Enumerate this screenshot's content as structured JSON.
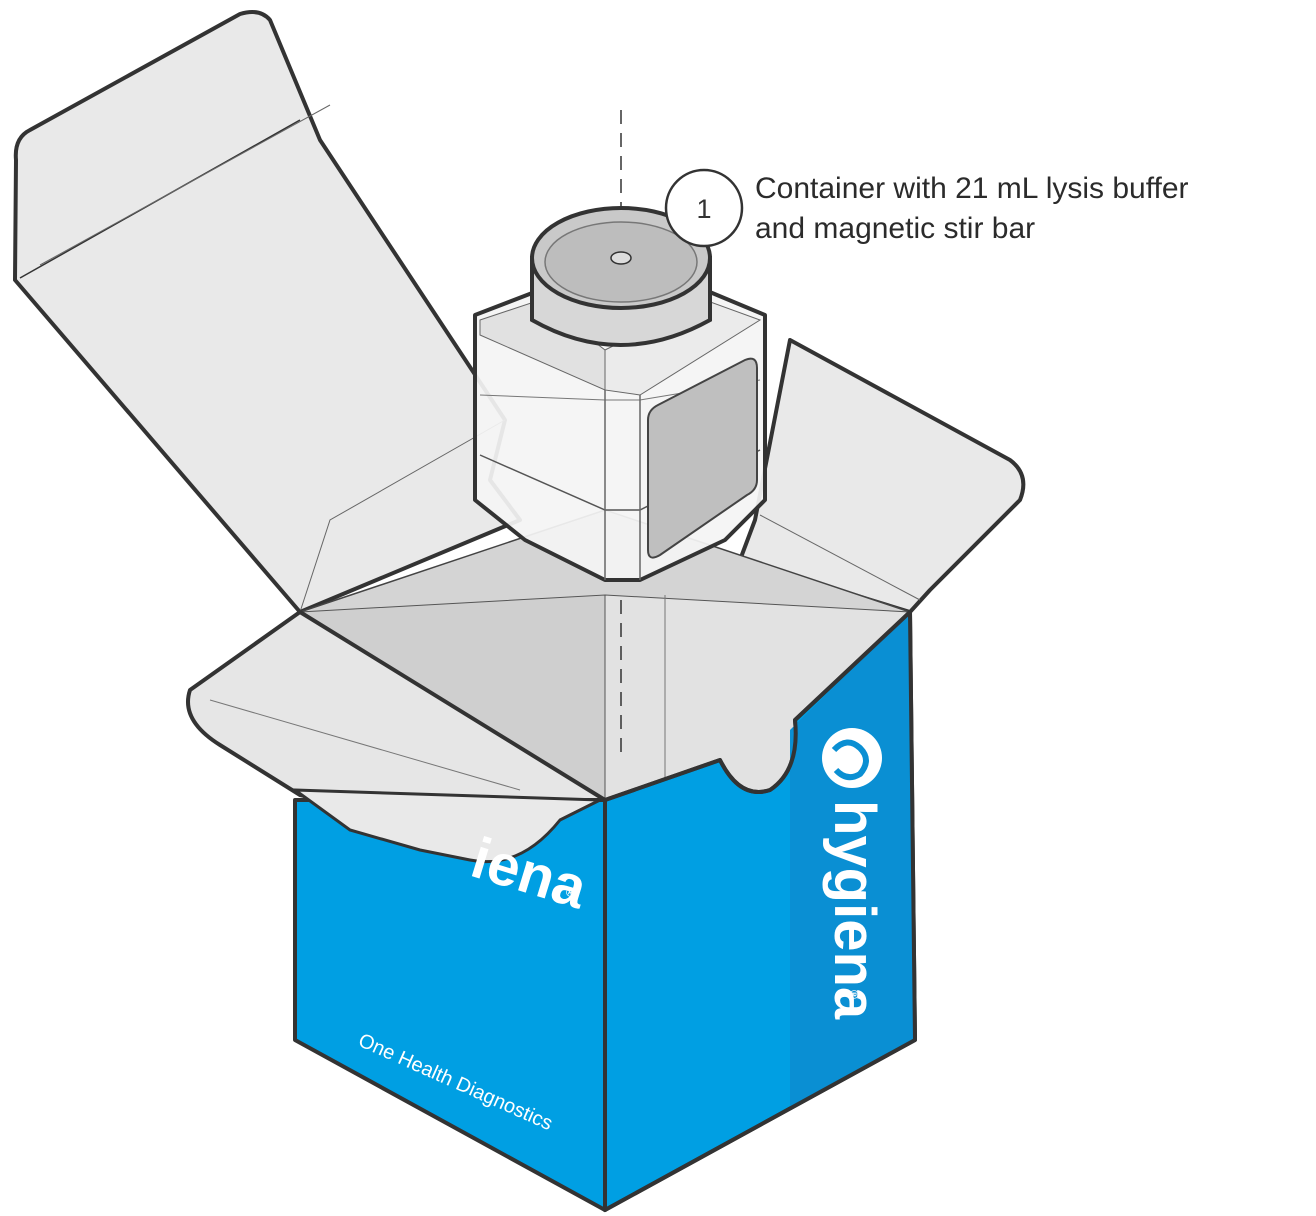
{
  "callout": {
    "number": "1",
    "line1": "Container with 21 mL lysis buffer",
    "line2": "and magnetic stir bar"
  },
  "box": {
    "brand_front": "iena",
    "brand_side": "hygiena",
    "registered_mark": "®",
    "tagline": "One Health Diagnostics"
  },
  "colors": {
    "box_blue": "#009fe3",
    "box_blue_dark": "#0a8fd3",
    "flap_inner": "#e9e9e9",
    "flap_inner_shadow": "#d6d6d6",
    "outline": "#333333",
    "cap_gray": "#c9c9c9",
    "label_gray": "#bfbfbf"
  }
}
